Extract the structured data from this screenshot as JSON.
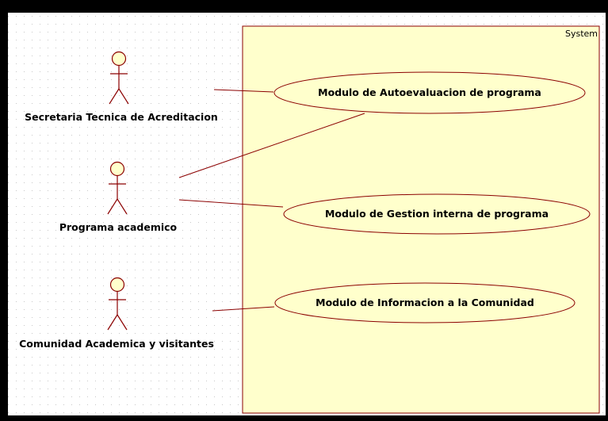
{
  "system": {
    "label": "System"
  },
  "actors": [
    {
      "id": "secretaria",
      "label": "Secretaria Tecnica de Acreditacion"
    },
    {
      "id": "programa",
      "label": "Programa academico"
    },
    {
      "id": "comunidad",
      "label": "Comunidad Academica y visitantes"
    }
  ],
  "use_cases": [
    {
      "id": "autoevaluacion",
      "label": "Modulo de Autoevaluacion de programa"
    },
    {
      "id": "gestion",
      "label": "Modulo de Gestion interna de programa"
    },
    {
      "id": "informacion",
      "label": "Modulo de Informacion a la Comunidad"
    }
  ],
  "colors": {
    "border": "#000000",
    "canvas": "#ffffff",
    "grid_dot": "#c8c8c8",
    "system_fill": "#ffffcc",
    "element_stroke": "#8b0000",
    "actor_head_fill": "#ffffcc"
  }
}
